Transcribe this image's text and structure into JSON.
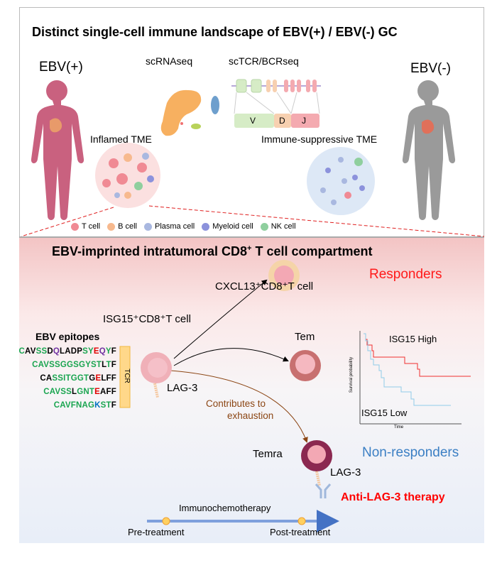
{
  "top": {
    "title": "Distinct single-cell immune landscape of EBV(+) / EBV(-) GC",
    "ebv_pos": "EBV(+)",
    "ebv_neg": "EBV(-)",
    "scrnaseq": "scRNAseq",
    "sctcr": "scTCR/BCRseq",
    "segments": {
      "v": "V",
      "d": "D",
      "j": "J"
    },
    "inflamed": "Inflamed TME",
    "suppressive": "Immune-suppressive  TME",
    "legend": [
      {
        "label": "T cell",
        "color": "#f08a94"
      },
      {
        "label": "B cell",
        "color": "#f7b98e"
      },
      {
        "label": "Plasma  cell",
        "color": "#a9b8e0"
      },
      {
        "label": "Myeloid cell",
        "color": "#8c92dc"
      },
      {
        "label": "NK cell",
        "color": "#8fcf9e"
      }
    ]
  },
  "bottom": {
    "title": "EBV-imprinted intratumoral CD8",
    "title_sup": "+",
    "title_end": " T cell compartment",
    "responders": "Responders",
    "non_responders": "Non-responders",
    "cxcl13": "CXCL13⁺CD8⁺T cell",
    "isg15": "ISG15⁺CD8⁺T cell",
    "tem": "Tem",
    "temra": "Temra",
    "lag3_a": "LAG-3",
    "lag3_b": "LAG-3",
    "exhaustion_1": "Contributes to",
    "exhaustion_2": "exhaustion",
    "anti_lag3": "Anti-LAG-3 therapy",
    "epitopes_title": "EBV epitopes",
    "tcr": "TCR",
    "epitopes": [
      [
        [
          "C",
          "#1aa550"
        ],
        [
          "AV",
          "#000"
        ],
        [
          "SS",
          "#1aa550"
        ],
        [
          "D",
          "#000"
        ],
        [
          "Q",
          "#7030a0"
        ],
        [
          "LADP",
          "#000"
        ],
        [
          "SY",
          "#1aa550"
        ],
        [
          "E",
          "#e00000"
        ],
        [
          "Q",
          "#7030a0"
        ],
        [
          "Y",
          "#1aa550"
        ],
        [
          "F",
          "#000"
        ]
      ],
      [
        [
          "CAVSSGGSGYST",
          "#1aa550"
        ],
        [
          "L",
          "#000"
        ],
        [
          "T",
          "#1aa550"
        ],
        [
          "F",
          "#000"
        ]
      ],
      [
        [
          "CA",
          "#000"
        ],
        [
          "SSITGGT",
          "#1aa550"
        ],
        [
          "G",
          "#000"
        ],
        [
          "E",
          "#e00000"
        ],
        [
          "LFF",
          "#000"
        ]
      ],
      [
        [
          "CAV",
          "#1aa550"
        ],
        [
          "SS",
          "#1aa550"
        ],
        [
          "L",
          "#000"
        ],
        [
          "GNT",
          "#1aa550"
        ],
        [
          "E",
          "#e00000"
        ],
        [
          "AFF",
          "#000"
        ]
      ],
      [
        [
          "CAVFNA",
          "#1aa550"
        ],
        [
          "G",
          "#1aa550"
        ],
        [
          "K",
          "#0070c0"
        ],
        [
          "ST",
          "#1aa550"
        ],
        [
          "F",
          "#000"
        ]
      ]
    ],
    "km": {
      "high": "ISG15 High",
      "low": "ISG15 Low",
      "xlabel": "Time",
      "ylabel": "Survival probability"
    },
    "timeline": {
      "label": "Immunochemotherapy",
      "pre": "Pre-treatment",
      "post": "Post-treatment"
    }
  },
  "colors": {
    "responders": "#ff1a1a",
    "non_responders": "#3b7fc4",
    "exhaustion": "#8b4513",
    "anti_lag3": "#ff0000"
  }
}
